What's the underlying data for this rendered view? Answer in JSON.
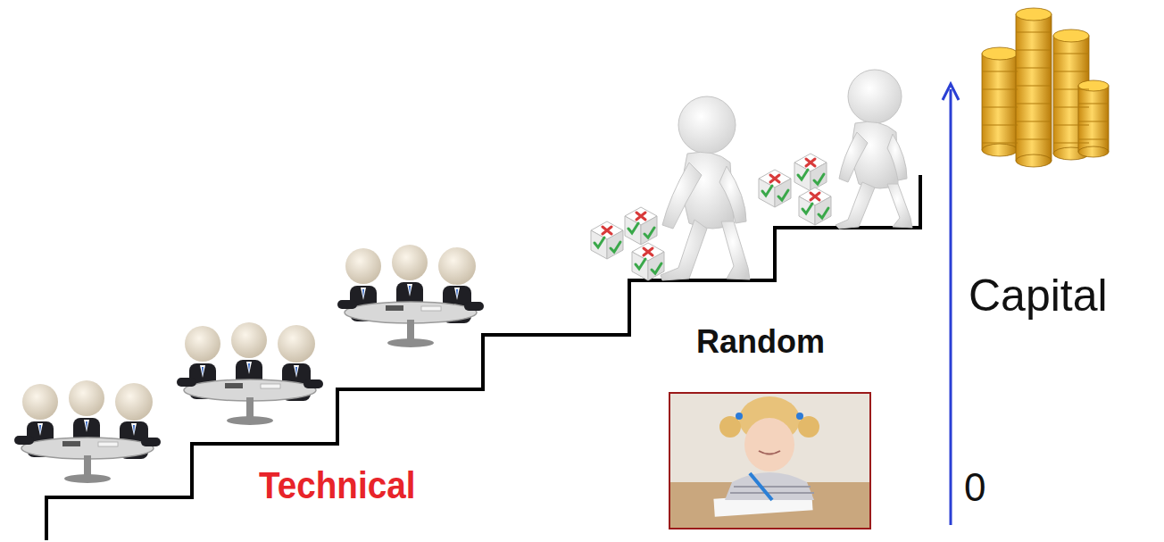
{
  "diagram": {
    "labels": [
      "Technical",
      "Random",
      "Capital",
      "0"
    ]
  }
}
